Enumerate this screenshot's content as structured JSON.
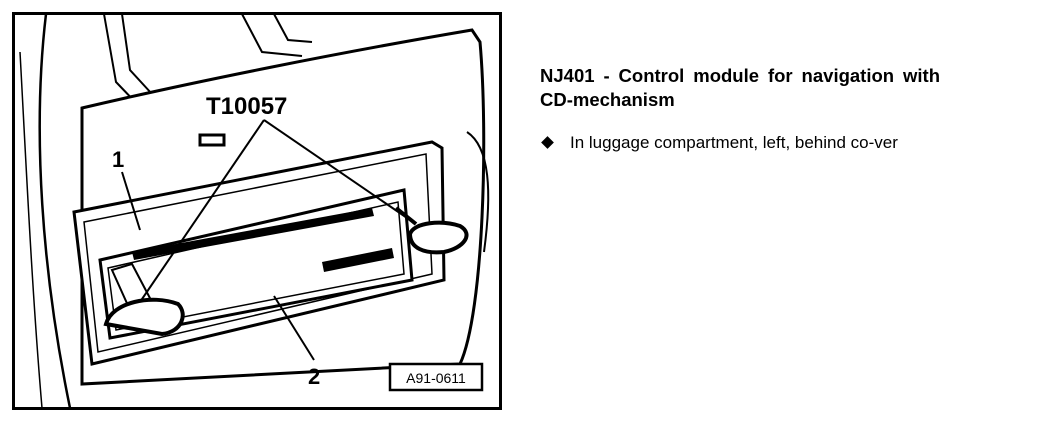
{
  "figure": {
    "tool_label": "T10057",
    "callout_1": "1",
    "callout_2": "2",
    "figure_ref": "A91-0611"
  },
  "text": {
    "heading": "NJ401 - Control module for navigation with CD-mechanism",
    "bullets": [
      "In luggage compartment, left, behind co-ver"
    ]
  }
}
